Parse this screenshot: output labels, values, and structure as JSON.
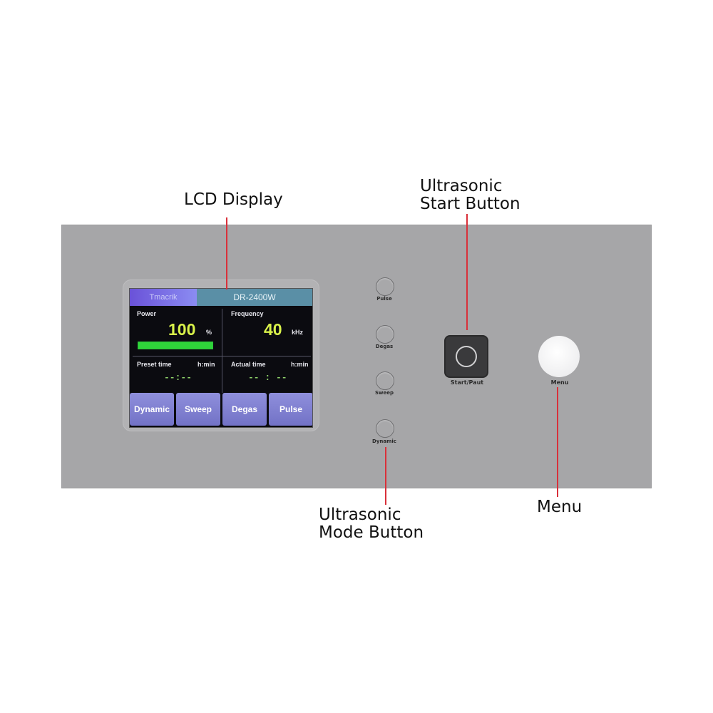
{
  "callouts": {
    "lcd_display": "LCD Display",
    "start_button": "Ultrasonic\nStart Button",
    "mode_button": "Ultrasonic\nMode Button",
    "menu": "Menu"
  },
  "lcd": {
    "logo": "Tmacrik",
    "model": "DR-2400W",
    "power_label": "Power",
    "power_value": "100",
    "power_unit": "%",
    "power_level_percent": 100,
    "frequency_label": "Frequency",
    "frequency_value": "40",
    "frequency_unit": "kHz",
    "preset_time_label": "Preset time",
    "preset_time_unit": "h:min",
    "preset_time_value": "--:--",
    "actual_time_label": "Actual time",
    "actual_time_unit": "h:min",
    "actual_time_value": "-- : --",
    "softkeys": [
      "Dynamic",
      "Sweep",
      "Degas",
      "Pulse"
    ]
  },
  "panel": {
    "mode_buttons": [
      "Pulse",
      "Degas",
      "Sweep",
      "Dynamic"
    ],
    "start_label": "Start/Paut",
    "menu_label": "Menu"
  },
  "colors": {
    "leader_line": "#d9303a",
    "panel": "#a6a6a8",
    "lcd_value": "#d9f24a",
    "power_bar": "#2fd53a",
    "softkey": "#7f7fd0"
  }
}
